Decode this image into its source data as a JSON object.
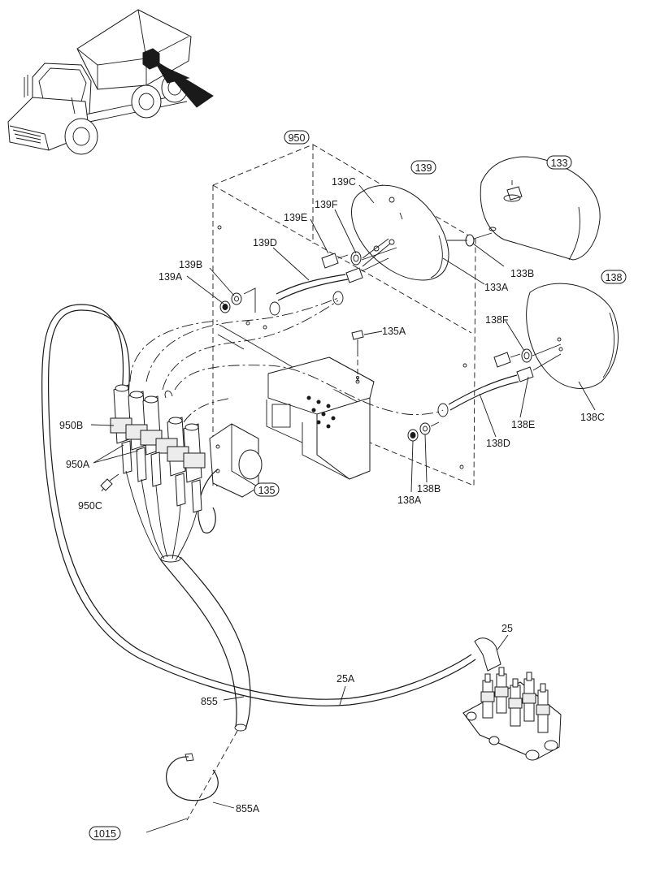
{
  "labels": {
    "l950": "950",
    "l139": "139",
    "l133": "133",
    "l138": "138",
    "l135": "135",
    "l1015": "1015",
    "l139C": "139C",
    "l139F": "139F",
    "l139E": "139E",
    "l139D": "139D",
    "l139B": "139B",
    "l139A": "139A",
    "l133B": "133B",
    "l133A": "133A",
    "l135A": "135A",
    "l138F": "138F",
    "l138E": "138E",
    "l138C": "138C",
    "l138D": "138D",
    "l138B": "138B",
    "l138A": "138A",
    "l950B": "950B",
    "l950A": "950A",
    "l950C": "950C",
    "l25": "25",
    "l25A": "25A",
    "l855": "855",
    "l855A": "855A"
  }
}
